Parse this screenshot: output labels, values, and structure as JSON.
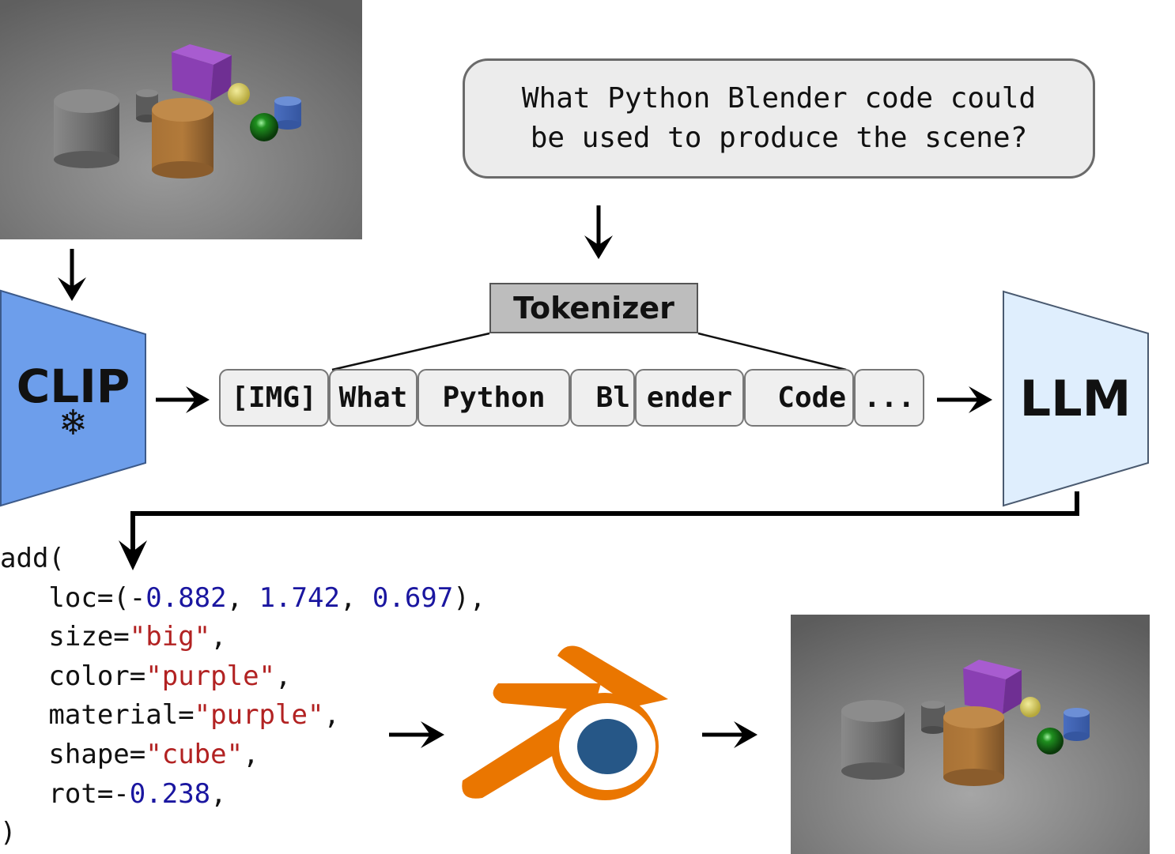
{
  "prompt": {
    "line1": "What Python Blender code could",
    "line2": "be used to produce the scene?"
  },
  "tokenizer": {
    "label": "Tokenizer"
  },
  "tokens": [
    {
      "label": "[IMG]"
    },
    {
      "label": "What"
    },
    {
      "label": "Python"
    },
    {
      "label": "Bl"
    },
    {
      "label": "ender"
    },
    {
      "label": "Code"
    },
    {
      "label": "..."
    }
  ],
  "encoder": {
    "label": "CLIP",
    "frozen_icon": "snowflake-icon",
    "frozen_glyph": "❄",
    "color": "#6d9eeb"
  },
  "llm": {
    "label": "LLM",
    "color": "#dfeefd"
  },
  "code": {
    "open": "add(",
    "loc_key": "loc=(",
    "loc_sign": "-",
    "loc_x": "0.882",
    "sep1": ", ",
    "loc_y": "1.742",
    "sep2": ", ",
    "loc_z": "0.697",
    "loc_close": "),",
    "size_key": "size=",
    "size_val": "\"big\"",
    "color_key": "color=",
    "color_val": "\"purple\"",
    "material_key": "material=",
    "material_val": "\"purple\"",
    "shape_key": "shape=",
    "shape_val": "\"cube\"",
    "rot_key": "rot=-",
    "rot_val": "0.238",
    "comma": ",",
    "close": ")"
  },
  "renderer": {
    "icon": "blender-logo-icon",
    "orange": "#ea7600",
    "blue": "#265787"
  }
}
